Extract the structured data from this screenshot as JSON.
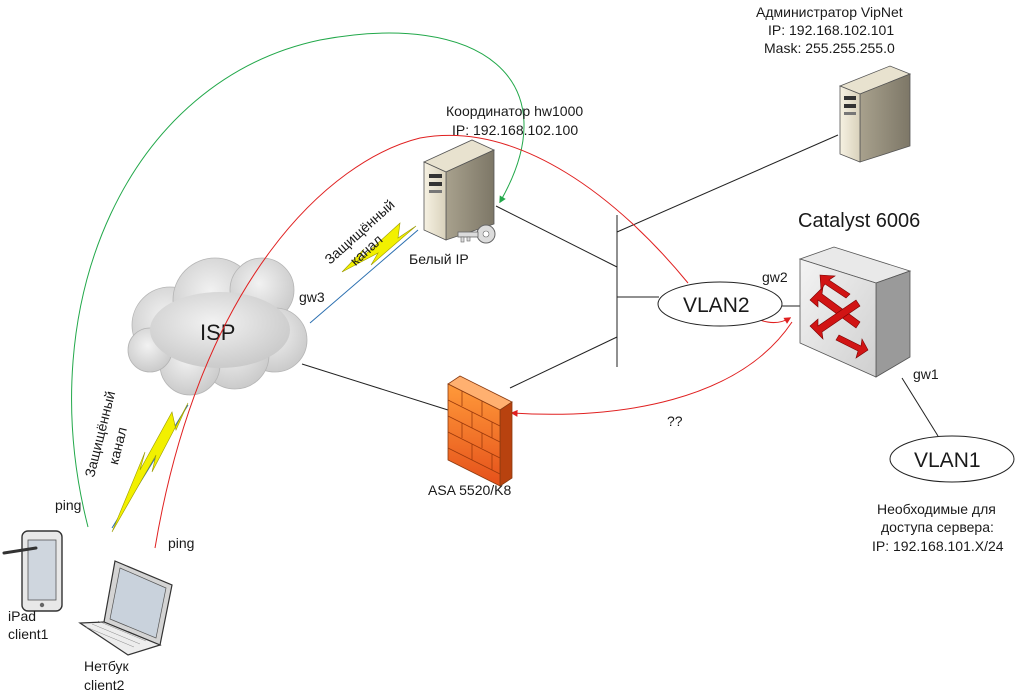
{
  "admin": {
    "name": "Администратор VipNet",
    "ip": "IP: 192.168.102.101",
    "mask": "Mask: 255.255.255.0"
  },
  "coordinator": {
    "name": "Координатор hw1000",
    "ip": "IP: 192.168.102.100",
    "public_ip": "Белый IP"
  },
  "catalyst": {
    "name": "Catalyst 6006"
  },
  "vlan2": {
    "label": "VLAN2",
    "gateway": "gw2"
  },
  "vlan1": {
    "label": "VLAN1",
    "gateway": "gw1"
  },
  "requirements": {
    "line1": "Необходимые для",
    "line2": "доступа сервера:",
    "line3": "IP: 192.168.101.X/24"
  },
  "isp": {
    "label": "ISP",
    "gateway": "gw3"
  },
  "asa": {
    "label": "ASA 5520/K8",
    "question": "??"
  },
  "secure_channel": {
    "line1": "Защищённый",
    "line2": "канал"
  },
  "ipad": {
    "name": "iPad",
    "client": "client1",
    "ping": "ping"
  },
  "netbook": {
    "name": "Нетбук",
    "client": "client2",
    "ping": "ping"
  },
  "colors": {
    "green_path": "#22a84a",
    "red_path": "#e02020",
    "lightning": "#f2f000",
    "line": "#222222"
  }
}
